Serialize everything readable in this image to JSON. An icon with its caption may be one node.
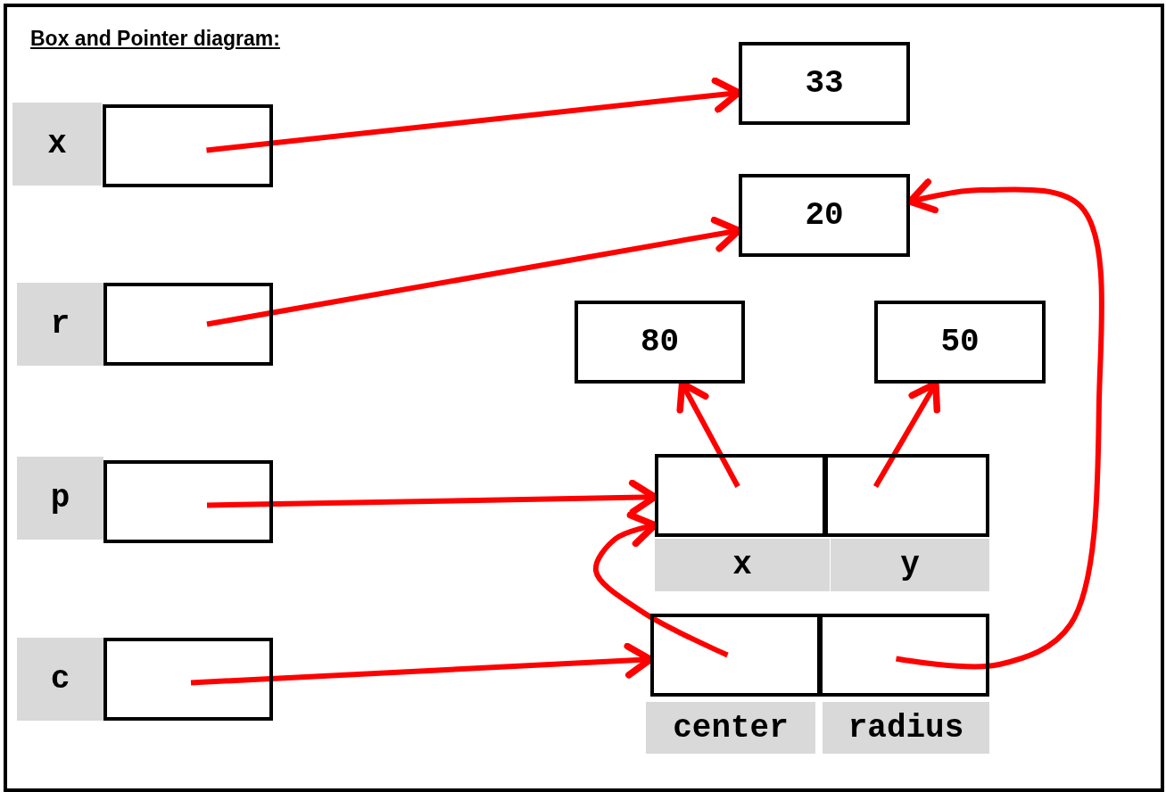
{
  "diagram": {
    "title": "Box and Pointer diagram:",
    "nodes": [
      {
        "text": [
          "x"
        ]
      },
      {
        "text": [
          "r"
        ]
      },
      {
        "text": [
          "p"
        ]
      },
      {
        "text": [
          "c"
        ]
      },
      {
        "text": [
          "33"
        ]
      },
      {
        "text": [
          "20"
        ]
      },
      {
        "text": [
          "80"
        ]
      },
      {
        "text": [
          "50"
        ]
      },
      {
        "text": [
          "x"
        ]
      },
      {
        "text": [
          "y"
        ]
      },
      {
        "text": [
          "center"
        ]
      },
      {
        "text": [
          "radius"
        ]
      }
    ],
    "edges": [
      {
        "from": 0,
        "to": 4,
        "arrow": "to"
      },
      {
        "from": 1,
        "to": 5,
        "arrow": "to"
      },
      {
        "from": 2,
        "to": 8,
        "arrow": "to"
      },
      {
        "from": 3,
        "to": 10,
        "arrow": "to"
      },
      {
        "from": 10,
        "to": 8,
        "arrow": "to"
      },
      {
        "from": 11,
        "to": 5,
        "arrow": "to"
      },
      {
        "from": 8,
        "to": 6,
        "arrow": "to"
      },
      {
        "from": 9,
        "to": 7,
        "arrow": "to"
      }
    ]
  }
}
